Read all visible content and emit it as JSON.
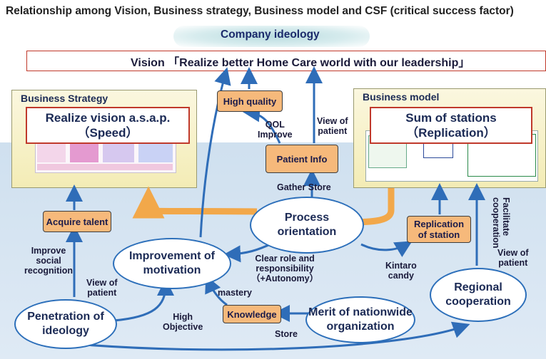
{
  "title": "Relationship among Vision, Business strategy, Business model and CSF (critical success factor)",
  "ideology": "Company ideology",
  "vision": "Vision 「Realize better Home Care world with our leadership」",
  "strategy": {
    "title": "Business Strategy",
    "box_line1": "Realize vision a.s.a.p.",
    "box_line2": "（Speed）"
  },
  "model": {
    "title": "Business model",
    "box_line1": "Sum of stations",
    "box_line2": "（Replication）"
  },
  "nodes": {
    "process_1": "Process",
    "process_2": "orientation",
    "motivation_1": "Improvement of",
    "motivation_2": "motivation",
    "penetration_1": "Penetration of",
    "penetration_2": "ideology",
    "merit_1": "Merit of nationwide",
    "merit_2": "organization",
    "regional_1": "Regional",
    "regional_2": "cooperation"
  },
  "factors": {
    "high_quality": "High quality",
    "patient_info": "Patient Info",
    "acquire_talent": "Acquire talent",
    "replication_1": "Replication",
    "replication_2": "of station",
    "knowledge": "Knowledge"
  },
  "labels": {
    "qol_1": "QOL",
    "qol_2": "Improve",
    "view_patient_top_1": "View of",
    "view_patient_top_2": "patient",
    "gather_store": "Gather Store",
    "improve_1": "Improve",
    "improve_2": "social",
    "improve_3": "recognition",
    "view_patient_left_1": "View of",
    "view_patient_left_2": "patient",
    "clear_1": "Clear role and",
    "clear_2": "responsibility",
    "clear_3": "（+Autonomy）",
    "mastery": "mastery",
    "high_obj_1": "High",
    "high_obj_2": "Objective",
    "store": "Store",
    "kintaro_1": "Kintaro",
    "kintaro_2": "candy",
    "facilitate_1": "Facilitate",
    "facilitate_2": "cooperation",
    "view_patient_right_1": "View of",
    "view_patient_right_2": "patient"
  }
}
